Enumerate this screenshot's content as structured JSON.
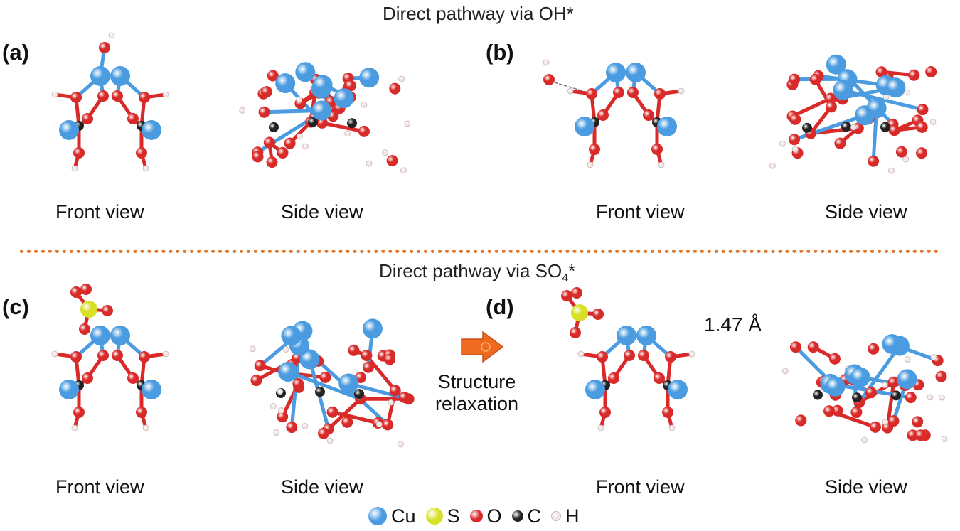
{
  "titles": {
    "top": "Direct pathway via OH*",
    "bottom_prefix": "Direct pathway via SO",
    "bottom_sub": "4",
    "bottom_suffix": "*"
  },
  "panels": {
    "a": "(a)",
    "b": "(b)",
    "c": "(c)",
    "d": "(d)"
  },
  "views": {
    "front": "Front view",
    "side": "Side view"
  },
  "distance_label": "1.47 Å",
  "relaxation": {
    "line1": "Structure",
    "line2": "relaxation"
  },
  "legend": [
    {
      "element": "Cu",
      "color": "#4a9be0"
    },
    {
      "element": "S",
      "color": "#d6e025"
    },
    {
      "element": "O",
      "color": "#d92a2a"
    },
    {
      "element": "C",
      "color": "#222222"
    },
    {
      "element": "H",
      "color": "#f3e6e6"
    }
  ],
  "colors": {
    "divider": "#e2762a",
    "arrow": "#ef6a1e"
  }
}
